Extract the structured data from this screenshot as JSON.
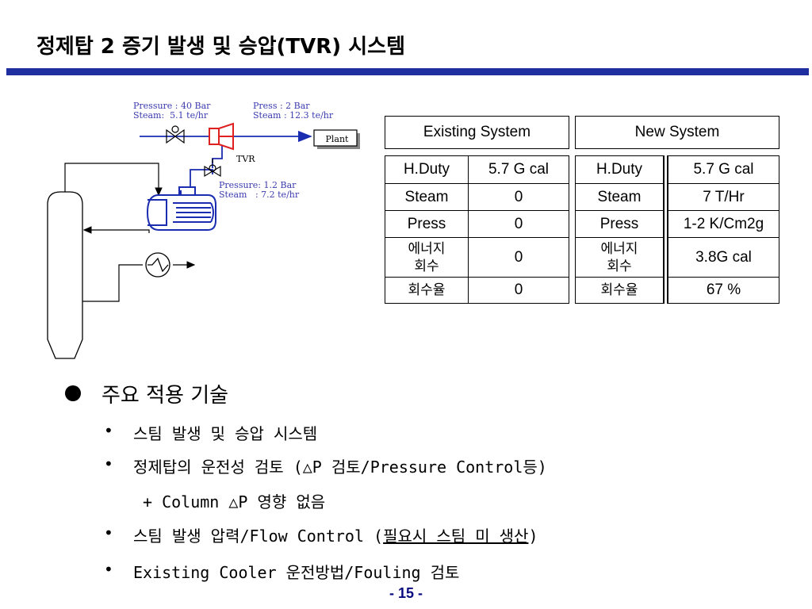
{
  "title": "정제탑 2 증기 발생 및 승압(TVR) 시스템",
  "diagram": {
    "inlet_pressure": "Pressure : 40 Bar",
    "inlet_steam": "Steam:  5.1 te/hr",
    "outlet_pressure": "Press : 2 Bar",
    "outlet_steam": "Steam : 12.3 te/hr",
    "tvr": "TVR",
    "plant": "Plant",
    "low_pressure": "Pressure: 1.2 Bar",
    "low_steam": "Steam   : 7.2 te/hr"
  },
  "existing": {
    "header": "Existing System",
    "rows": [
      {
        "label": "H.Duty",
        "value": "5.7 G cal"
      },
      {
        "label": "Steam",
        "value": "0"
      },
      {
        "label": "Press",
        "value": "0"
      },
      {
        "label": "에너지 회수",
        "value": "0"
      },
      {
        "label": "회수율",
        "value": "0"
      }
    ]
  },
  "new": {
    "header": "New System",
    "rows": [
      {
        "label": "H.Duty",
        "value": "5.7 G cal"
      },
      {
        "label": "Steam",
        "value": "7 T/Hr"
      },
      {
        "label": "Press",
        "value": "1-2 K/Cm2g"
      },
      {
        "label": "에너지 회수",
        "value": "3.8G cal"
      },
      {
        "label": "회수율",
        "value": "67 %"
      }
    ]
  },
  "bullets": {
    "main": "주요 적용 기술",
    "items": [
      "스팀 발생 및 승압 시스템",
      "정제탑의 운전성 검토 (△P 검토/Pressure Control등)",
      "+ Column △P 영향 없음",
      "스팀 발생 압력/Flow Control (",
      "필요시 스팀 미 생산",
      ")",
      "Existing Cooler 운전방법/Fouling 검토"
    ]
  },
  "page_number": "- 15 -",
  "colors": {
    "title_bar": "#1f2f9f",
    "diagram_label": "#3b3bb0",
    "tvr_outline": "#e02020",
    "page_number": "#0a0a80"
  }
}
